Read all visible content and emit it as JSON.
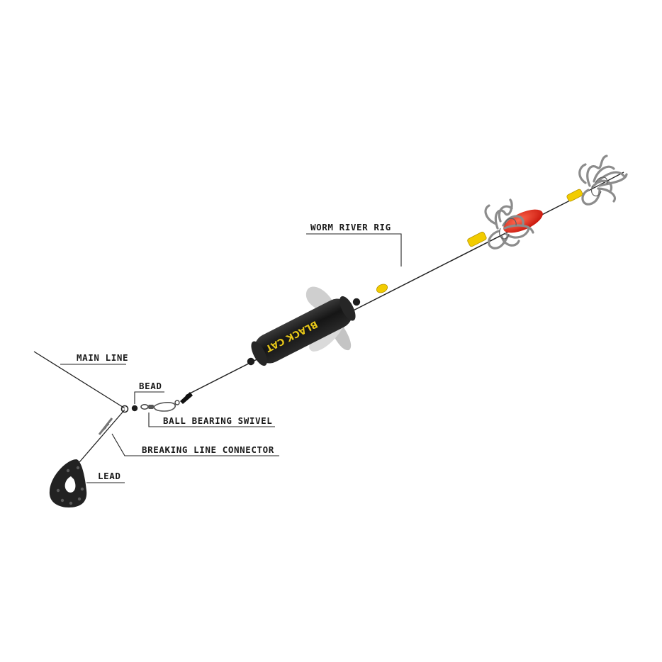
{
  "labels": {
    "worm_river_rig": "WORM RIVER RIG",
    "main_line": "MAIN LINE",
    "bead": "BEAD",
    "ball_bearing_swivel": "BALL BEARING SWIVEL",
    "breaking_line_connector": "BREAKING LINE CONNECTOR",
    "lead": "LEAD"
  },
  "float_brand": "BLACK CAT",
  "colors": {
    "float": "#1b1b1b",
    "brand": "#e6c619",
    "yellow_parts": "#f2cc00",
    "red_bait": "#e02010",
    "worm": "#8a8a8a",
    "line": "#1a1a1a"
  }
}
